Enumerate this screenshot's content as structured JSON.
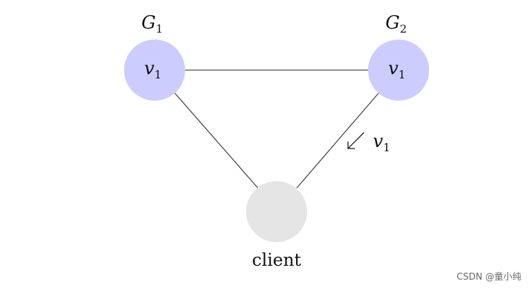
{
  "colors": {
    "server_node": "#ccccff",
    "client_node": "#e5e5e5",
    "edge": "#444444",
    "text": "#111111"
  },
  "groups": {
    "g1": {
      "base": "G",
      "sub": "1"
    },
    "g2": {
      "base": "G",
      "sub": "2"
    }
  },
  "nodes": {
    "left": {
      "base": "v",
      "sub": "1"
    },
    "right": {
      "base": "v",
      "sub": "1"
    },
    "client": {
      "label": "client"
    }
  },
  "message": {
    "base": "v",
    "sub": "1",
    "arrow": "↙"
  },
  "watermark": "CSDN @童小纯"
}
